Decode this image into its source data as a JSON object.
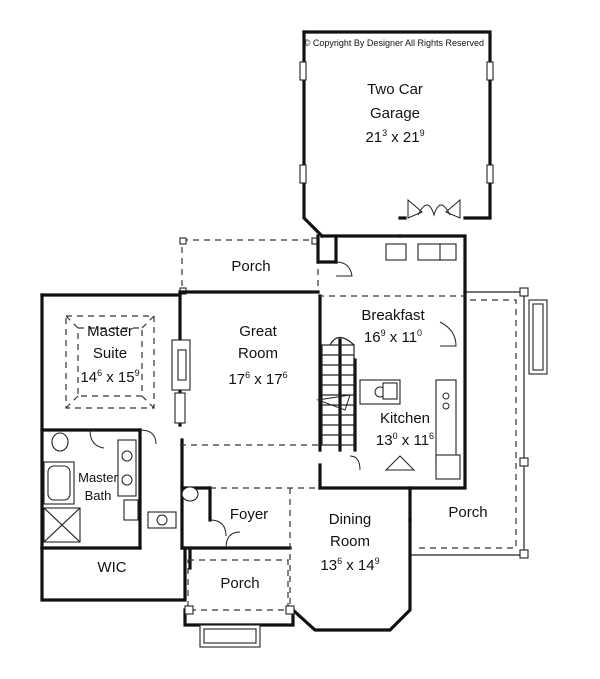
{
  "copyright": "© Copyright By Designer All Rights Reserved",
  "rooms": {
    "garage": {
      "name_line1": "Two Car",
      "name_line2": "Garage",
      "dim_a": "21",
      "dim_a_sup": "3",
      "dim_sep": " x ",
      "dim_b": "21",
      "dim_b_sup": "9"
    },
    "porch_top": {
      "name": "Porch"
    },
    "breakfast": {
      "name": "Breakfast",
      "dim_a": "16",
      "dim_a_sup": "9",
      "dim_sep": " x ",
      "dim_b": "11",
      "dim_b_sup": "0"
    },
    "master_suite": {
      "name_line1": "Master",
      "name_line2": "Suite",
      "dim_a": "14",
      "dim_a_sup": "6",
      "dim_sep": " x ",
      "dim_b": "15",
      "dim_b_sup": "9"
    },
    "great_room": {
      "name_line1": "Great",
      "name_line2": "Room",
      "dim_a": "17",
      "dim_a_sup": "6",
      "dim_sep": " x ",
      "dim_b": "17",
      "dim_b_sup": "6"
    },
    "kitchen": {
      "name": "Kitchen",
      "dim_a": "13",
      "dim_a_sup": "0",
      "dim_sep": " x ",
      "dim_b": "11",
      "dim_b_sup": "6"
    },
    "master_bath": {
      "name_line1": "Master",
      "name_line2": "Bath"
    },
    "foyer": {
      "name": "Foyer"
    },
    "dining": {
      "name_line1": "Dining",
      "name_line2": "Room",
      "dim_a": "13",
      "dim_a_sup": "6",
      "dim_sep": " x ",
      "dim_b": "14",
      "dim_b_sup": "9"
    },
    "porch_right": {
      "name": "Porch"
    },
    "wic": {
      "name": "WIC"
    },
    "porch_front": {
      "name": "Porch"
    }
  }
}
